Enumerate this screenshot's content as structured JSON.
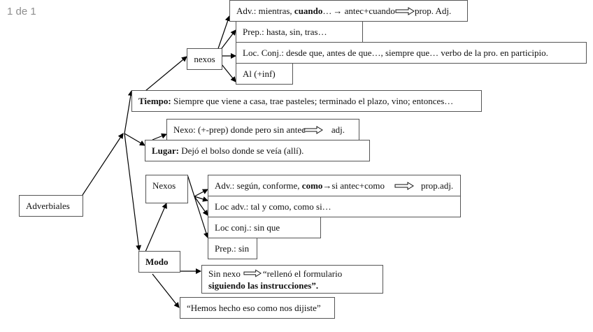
{
  "viewer": {
    "page_indicator": "1 de 1"
  },
  "diagram": {
    "root": "Adverbiales",
    "tiempo": {
      "label": "Tiempo:",
      "example": " Siempre que viene a casa, trae pasteles; terminado el plazo, vino; entonces…",
      "nexos_label": "nexos",
      "nexos": {
        "adv_prefix": "Adv.: mientras, ",
        "adv_bold": "cuando",
        "adv_mid": "…",
        "adv_arrow": "→",
        "adv_after": " antec+cuando",
        "adv_result": "prop. Adj.",
        "prep": "Prep.: hasta, sin, tras…",
        "loc_conj": "Loc. Conj.: desde que, antes de que…, siempre que… verbo de la pro. en participio.",
        "al": "Al (+inf)"
      }
    },
    "lugar": {
      "label": "Lugar:",
      "example": " Dejó el bolso donde se veía (allí).",
      "nexo_text": "Nexo: (+-prep) donde pero sin antec",
      "nexo_result": "adj."
    },
    "modo": {
      "label": "Modo",
      "nexos_label": "Nexos",
      "nexos": {
        "adv_prefix": "Adv.: según, conforme, ",
        "adv_bold": "como",
        "adv_arrow": "→",
        "adv_after": "si antec+como",
        "adv_result": "prop.adj.",
        "loc_adv": "Loc adv.: tal y como, como si…",
        "loc_conj": "Loc conj.: sin que",
        "prep": "Prep.: sin"
      },
      "sin_nexo_label": "Sin nexo",
      "sin_nexo_line1": "“rellenó el formulario",
      "sin_nexo_line2": "siguiendo las instrucciones”.",
      "example": "“Hemos hecho eso como nos dijiste”"
    }
  }
}
